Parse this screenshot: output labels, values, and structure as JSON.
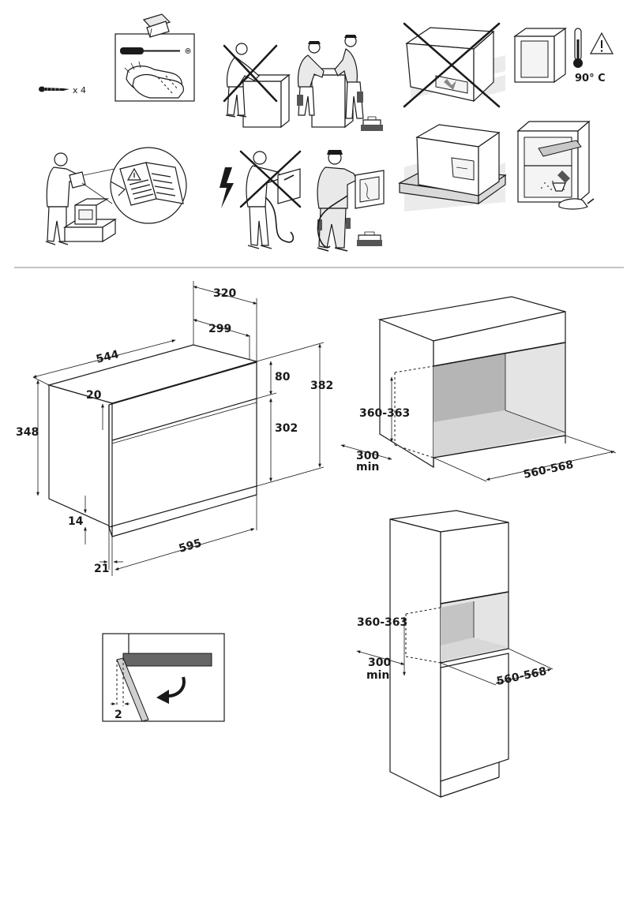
{
  "accessories": {
    "screw_qty": "x 4"
  },
  "safety": {
    "temperature": "90° C"
  },
  "oven_dims": {
    "width": "544",
    "height": "348",
    "depth_total": "320",
    "depth_body": "299",
    "panel_top": "20",
    "panel_bottom": "14",
    "front_width": "595",
    "front_offset": "21",
    "upper_front": "80",
    "lower_front": "302",
    "total_height": "382"
  },
  "niche_top": {
    "height": "360-363",
    "depth": "300",
    "depth_min": "min",
    "width": "560-568"
  },
  "niche_column": {
    "height": "360-363",
    "depth": "300",
    "depth_min": "min",
    "width": "560-568"
  },
  "gap_detail": {
    "gap": "2"
  }
}
